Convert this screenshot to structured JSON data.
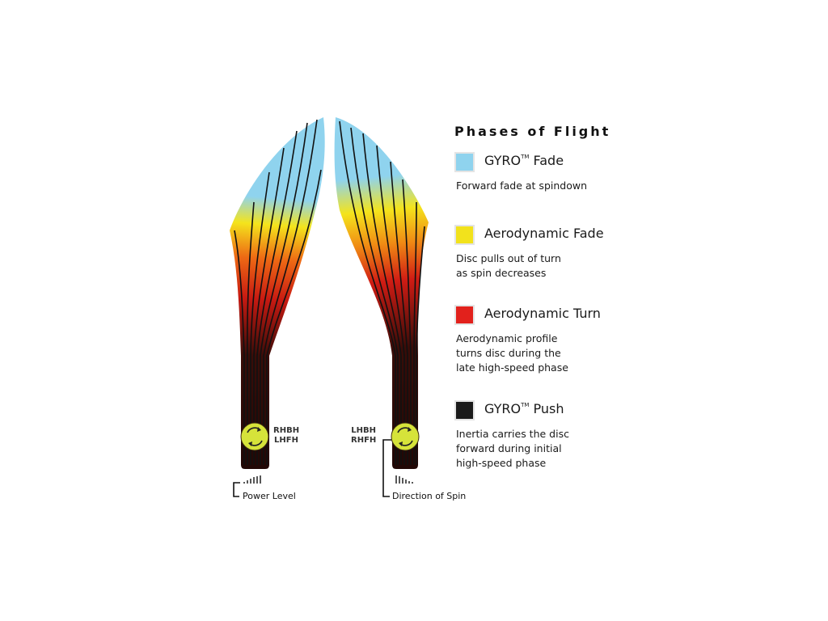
{
  "legend": {
    "title": "Phases of Flight",
    "items": [
      {
        "name": "GYRO",
        "tm": "TM",
        "suffix": " Fade",
        "description": "Forward fade at spindown",
        "color": "#8fd3ee"
      },
      {
        "name": "Aerodynamic Fade",
        "tm": "",
        "suffix": "",
        "description": "Disc pulls out of turn as spin decreases",
        "color": "#f2e21c"
      },
      {
        "name": "Aerodynamic Turn",
        "tm": "",
        "suffix": "",
        "description": "Aerodynamic profile turns disc during the late high-speed phase",
        "color": "#e2211c"
      },
      {
        "name": "GYRO",
        "tm": "TM",
        "suffix": " Push",
        "description": "Inertia carries the disc forward during initial high-speed phase",
        "color": "#1a1a1a"
      }
    ]
  },
  "paths": {
    "left": {
      "hand_line1": "RHBH",
      "hand_line2": "LHFH",
      "axis_label": "Power Level"
    },
    "right": {
      "hand_line1": "LHBH",
      "hand_line2": "RHFH",
      "axis_label": "Direction of Spin"
    }
  },
  "colors": {
    "dark": "#2a0a08",
    "red": "#e01a14",
    "orange": "#f07a14",
    "yellow": "#f4e41c",
    "blue": "#8fd3ee",
    "disc": "#d6e33a"
  }
}
